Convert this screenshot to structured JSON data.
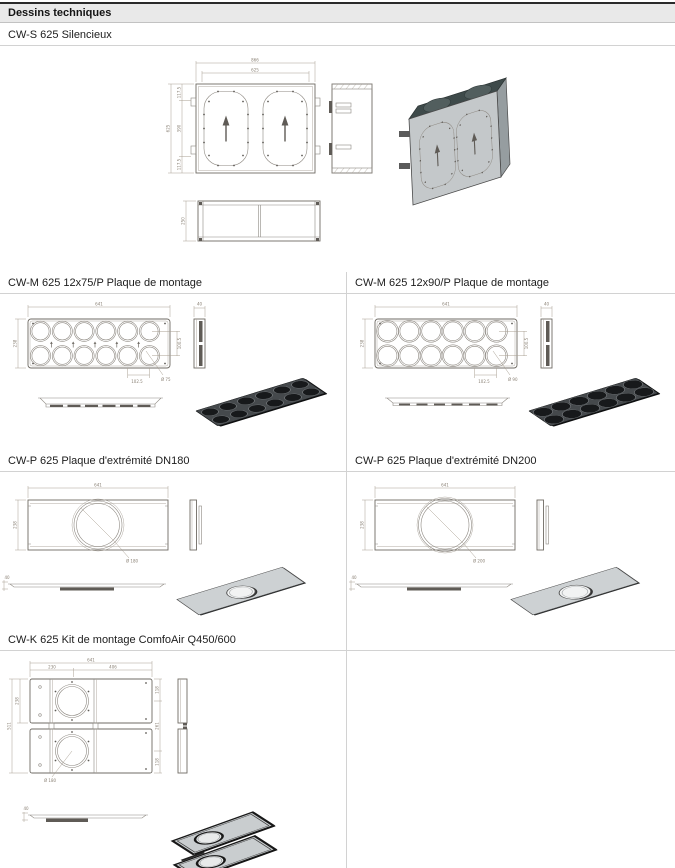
{
  "page": {
    "header": "Dessins techniques",
    "colors": {
      "header_bg": "#e9e9e9",
      "top_bar": "#2a2a2a",
      "border": "#d2d2d2",
      "line": "#6f6b64"
    }
  },
  "sections": {
    "cws": {
      "title": "CW-S 625 Silencieux",
      "dims": {
        "w_out": "866",
        "w_in": "625",
        "seg_top": "117.5",
        "seg_mid": "390",
        "seg_bot": "117.5",
        "h_total": "625",
        "depth": "250"
      }
    },
    "cwm75": {
      "title": "CW-M 625 12x75/P Plaque de montage",
      "dims": {
        "width": "641",
        "height": "238",
        "pitch_v": "100.5",
        "pitch_h": "102.5",
        "dia": "Ø 75",
        "depth": "40"
      }
    },
    "cwm90": {
      "title": "CW-M 625 12x90/P Plaque de montage",
      "dims": {
        "width": "641",
        "height": "238",
        "pitch_v": "100.5",
        "pitch_h": "102.5",
        "dia": "Ø 90",
        "depth": "40"
      }
    },
    "cwp180": {
      "title": "CW-P 625 Plaque d'extrémité DN180",
      "dims": {
        "width": "641",
        "height": "238",
        "dia": "Ø 180",
        "thickness": "40"
      }
    },
    "cwp200": {
      "title": "CW-P 625 Plaque d'extrémité DN200",
      "dims": {
        "width": "641",
        "height": "238",
        "dia": "Ø 200",
        "thickness": "40"
      }
    },
    "cwk": {
      "title": "CW-K 625 Kit de montage ComfoAir Q450/600",
      "dims": {
        "width": "641",
        "seg1": "230",
        "seg2": "406",
        "h_total": "511",
        "plate_h": "238",
        "r_top": "118",
        "r_mid": "261",
        "r_bot": "118",
        "dia": "Ø 180",
        "thickness": "40"
      }
    }
  }
}
